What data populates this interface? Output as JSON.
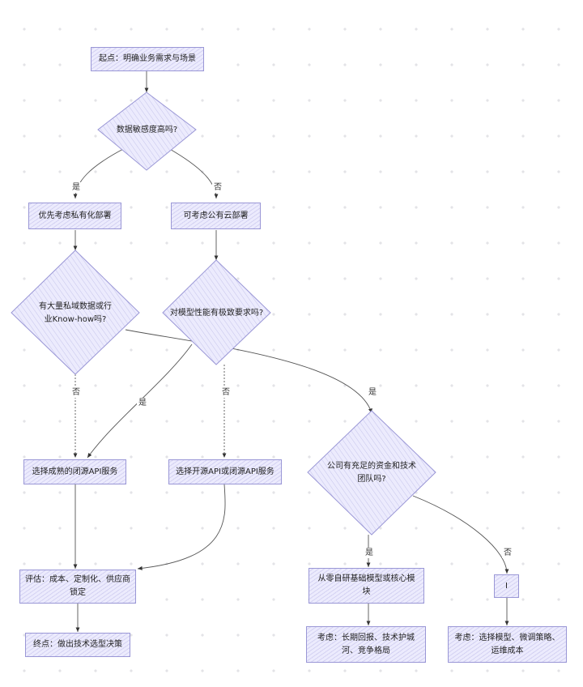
{
  "nodes": {
    "start": "起点：明确业务需求与场景",
    "q_sensitivity": "数据敏感度高吗?",
    "private": "优先考虑私有化部署",
    "public": "可考虑公有云部署",
    "q_private_data": "有大量私域数据或行业Know-how吗?",
    "q_performance": "对模型性能有极致要求吗?",
    "closed_api": "选择成熟的闭源API服务",
    "open_or_closed": "选择开源API或闭源API服务",
    "q_team": "公司有充足的资金和技术团队吗?",
    "evaluate": "评估：成本、定制化、供应商锁定",
    "scratch": "从零自研基础模型或核心模块",
    "pipe": "I",
    "end": "终点：做出技术选型决策",
    "consider_scratch": "考虑：长期回报、技术护城河、竞争格局",
    "consider_tune": "考虑：选择模型、微调策略、运维成本"
  },
  "edges": {
    "yes1": "是",
    "no1": "否",
    "no2": "否",
    "yes2": "是",
    "no3": "否",
    "yes3": "是",
    "yes4": "是",
    "no4": "否"
  },
  "colors": {
    "node_fill": "#ecebfd",
    "node_border": "#9a97d6",
    "edge": "#333333"
  }
}
